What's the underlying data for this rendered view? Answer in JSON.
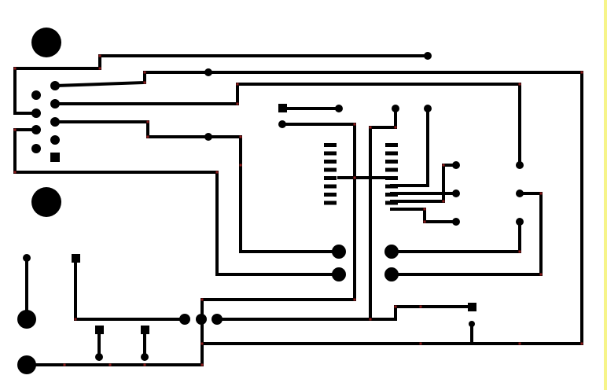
{
  "colors": {
    "background": "#ffffff",
    "trace": "#000000",
    "pad": "#000000",
    "bend_marker": "#8b1a1a",
    "edge_strip": "#f6f48a"
  },
  "board": {
    "type": "pcb-layout",
    "components": [
      {
        "name": "mounting-hole-top",
        "kind": "mounting-hole"
      },
      {
        "name": "mounting-hole-bottom",
        "kind": "mounting-hole"
      },
      {
        "name": "db9-connector",
        "kind": "connector",
        "pins": 9
      },
      {
        "name": "ic-left",
        "kind": "ic-footprint",
        "pins": 8
      },
      {
        "name": "ic-right",
        "kind": "ic-footprint",
        "pins": 8
      },
      {
        "name": "capacitor-pads",
        "kind": "pad-pair"
      }
    ]
  }
}
